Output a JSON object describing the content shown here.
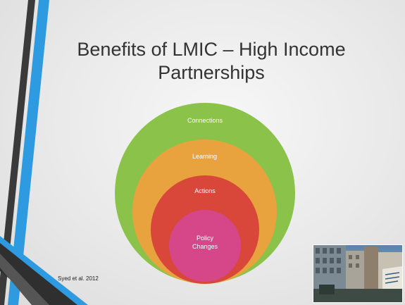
{
  "slide": {
    "title_line1": "Benefits of LMIC – High Income",
    "title_line2": "Partnerships",
    "citation": "Syed et al. 2012"
  },
  "diagram": {
    "type": "nested-circles",
    "rings": [
      {
        "label": "Connections",
        "color": "#8bc34a"
      },
      {
        "label": "Learning",
        "color": "#e8a23e"
      },
      {
        "label": "Actions",
        "color": "#d9473a"
      },
      {
        "label_line1": "Policy",
        "label_line2": "Changes",
        "color": "#d6478a"
      }
    ]
  },
  "colors": {
    "background": "#ececec",
    "title_text": "#333333",
    "accent_blue": "#2e9be0",
    "accent_dark": "#2f2f2f"
  },
  "photo": {
    "icon": "building-photo"
  }
}
